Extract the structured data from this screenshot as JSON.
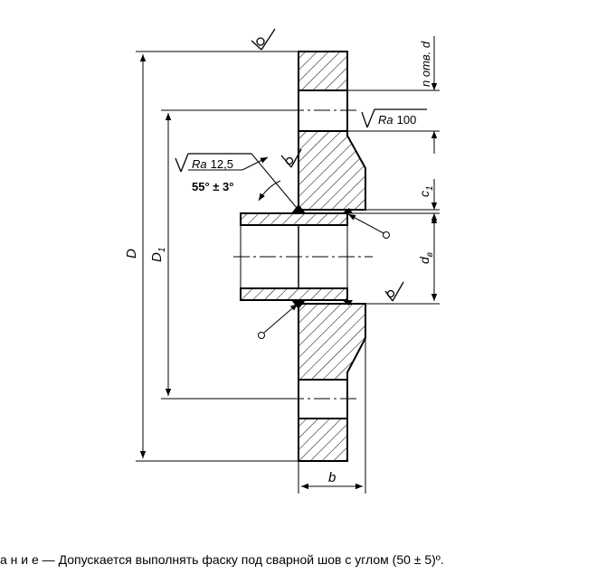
{
  "labels": {
    "D": "D",
    "D1": "D",
    "D1_sub": "1",
    "b": "b",
    "n_holes": "n отв. d",
    "c1": "c",
    "c1_sub": "1",
    "dv": "d",
    "dv_sub": "в",
    "ra_bore_prefix": "Ra",
    "ra_bore_value": "100",
    "ra_bevel_prefix": "Ra",
    "ra_bevel_value": "12,5",
    "bevel_angle": "55° ± 3°"
  },
  "note": "а н и е — Допускается выполнять фаску под сварной шов с углом (50 ± 5)º."
}
